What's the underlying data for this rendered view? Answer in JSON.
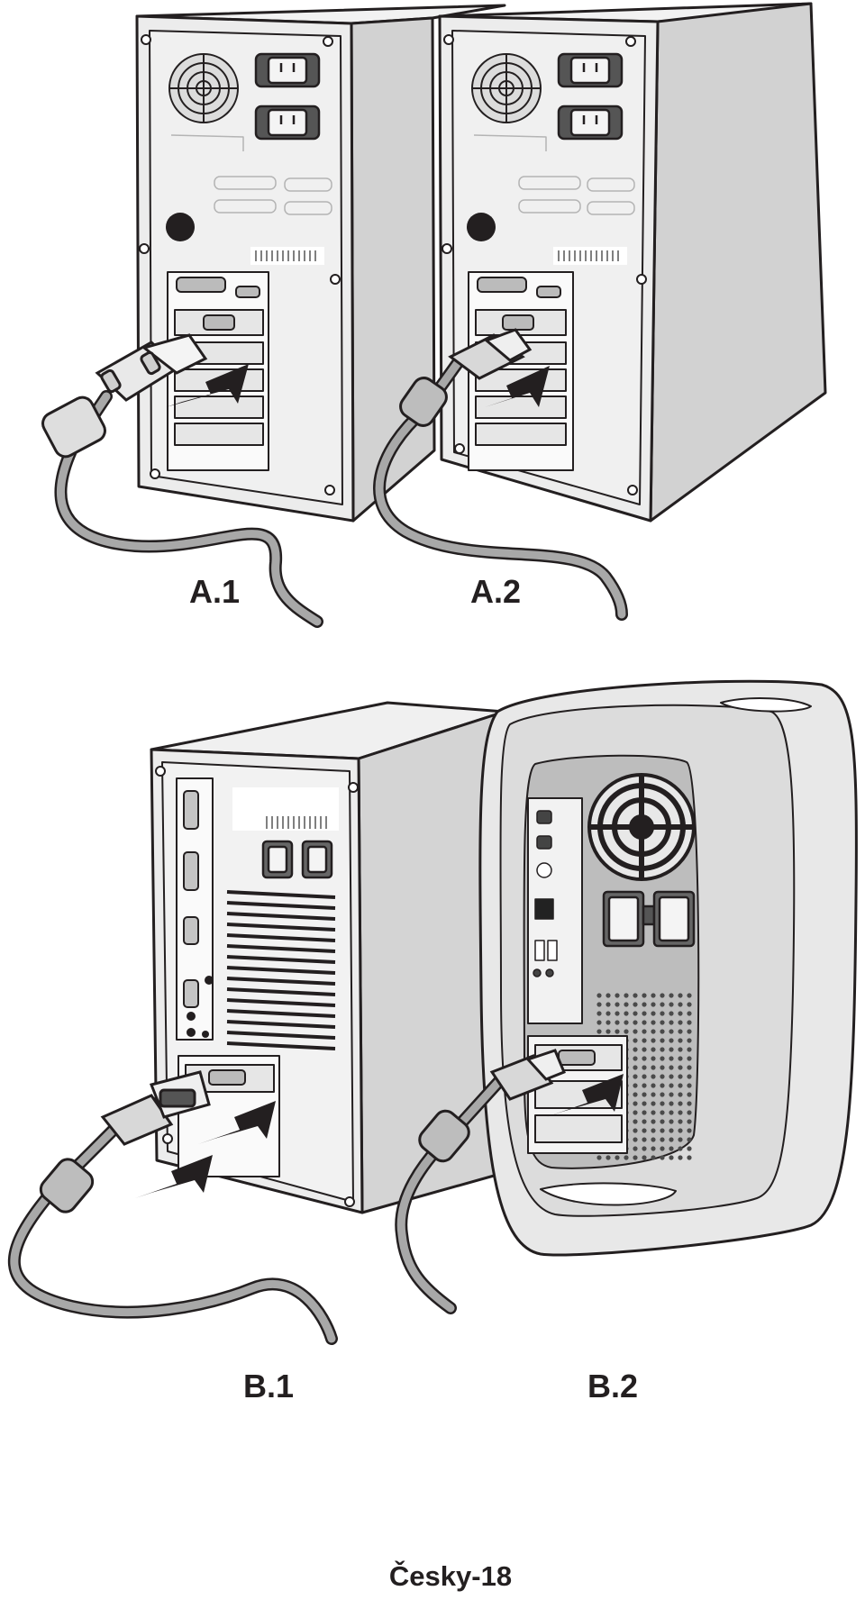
{
  "figures": {
    "a1": {
      "label": "A.1"
    },
    "a2": {
      "label": "A.2"
    },
    "b1": {
      "label": "B.1"
    },
    "b2": {
      "label": "B.2"
    }
  },
  "footer": {
    "page_label": "Česky-18"
  },
  "colors": {
    "outline": "#231f20",
    "case_side": "#d4d4d4",
    "case_back": "#ececec",
    "cable": "#9a9a9a"
  },
  "icons": [
    "fan-icon",
    "power-outlet-icon",
    "vga-connector-icon",
    "insert-arrow-icon",
    "ferrite-core-icon"
  ]
}
